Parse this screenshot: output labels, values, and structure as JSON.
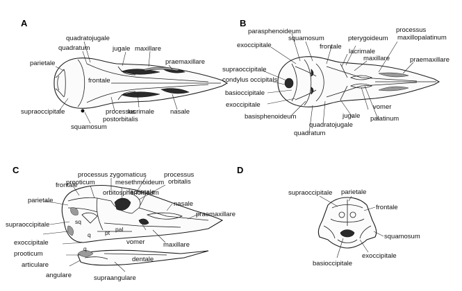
{
  "panels": {
    "A": {
      "letter": "A",
      "labels": {
        "quadratojugale": "quadratojugale",
        "quadratum": "quadratum",
        "jugale": "jugale",
        "maxillare": "maxillare",
        "parietale": "parietale",
        "praemaxillare": "praemaxillare",
        "frontale": "frontale",
        "supraoccipitale": "supraoccipitale",
        "processus_postorbitalis_1": "processus",
        "processus_postorbitalis_2": "postorbitalis",
        "lacrimale": "lacrimale",
        "nasale": "nasale",
        "squamosum": "squamosum"
      }
    },
    "B": {
      "letter": "B",
      "labels": {
        "parasphenoideum": "parasphenoideum",
        "squamosum": "squamosum",
        "pterygoideum": "pterygoideum",
        "frontale": "frontale",
        "processus_maxillopalatinum_1": "processus",
        "processus_maxillopalatinum_2": "maxillopalatinum",
        "exoccipitale_top": "exoccipitale",
        "lacrimale": "lacrimale",
        "maxillare": "maxillare",
        "praemaxillare": "praemaxillare",
        "supraoccipitale": "supraoccipitale",
        "condylus_occipitalis": "condylus occipitals",
        "basioccipitale": "basioccipitale",
        "exoccipitale_bottom": "exoccipitale",
        "basisphenoideum": "basisphenoideum",
        "jugale": "jugale",
        "vomer": "vomer",
        "quadratojugale": "quadratojugale",
        "palatinum": "palatinum",
        "quadratum": "quadratum"
      }
    },
    "C": {
      "letter": "C",
      "labels": {
        "processus_zygomaticus": "processus zygomaticus",
        "mesethmoideum": "mesethmoideum",
        "prooticum_top": "prooticum",
        "processus_orbitalis_1": "processus",
        "processus_orbitalis_2": "orbitalis",
        "orbitosphenoideum": "orbitosphenoideum",
        "frontale": "frontale",
        "lacrimale": "lacrimale",
        "nasale": "nasale",
        "parietale": "parietale",
        "praemaxillare": "praemaxillare",
        "supraoccipitale": "supraoccipitale",
        "sq": "sq",
        "pal": "pal",
        "pt": "pt",
        "q1": "q",
        "q2": "q",
        "exoccipitale": "exoccipitale",
        "vomer": "vomer",
        "maxillare": "maxillare",
        "prooticum_bottom": "prooticum",
        "articulare": "articulare",
        "dentale": "dentale",
        "angulare": "angulare",
        "supraangulare": "supraangulare"
      }
    },
    "D": {
      "letter": "D",
      "labels": {
        "supraoccipitale": "supraoccipitale",
        "parietale": "parietale",
        "frontale": "frontale",
        "squamosum": "squamosum",
        "basioccipitale": "basioccipitale",
        "exoccipitale": "exoccipitale"
      }
    }
  }
}
